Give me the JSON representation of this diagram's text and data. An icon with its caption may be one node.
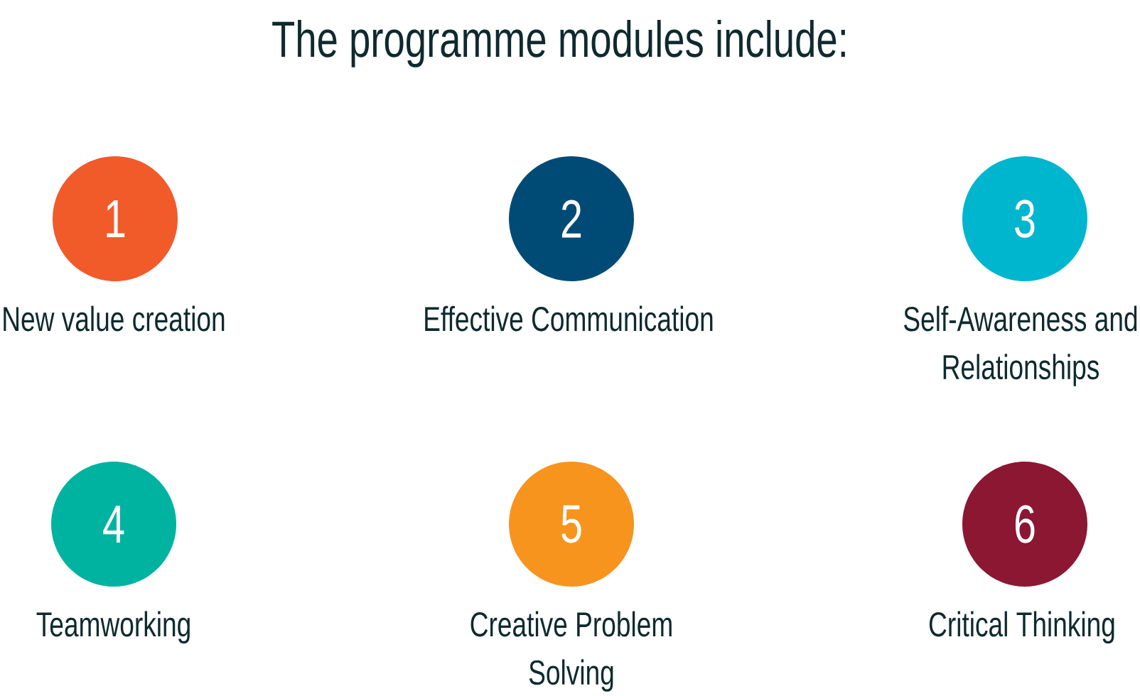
{
  "diagram": {
    "title": "The programme modules include:",
    "nodes": [
      {
        "text": [
          "1"
        ],
        "beside": [
          "New value creation"
        ]
      },
      {
        "text": [
          "2"
        ],
        "beside": [
          "Effective Communication"
        ]
      },
      {
        "text": [
          "3"
        ],
        "beside": [
          "Self-Awareness and Relationships"
        ]
      },
      {
        "text": [
          "4"
        ],
        "beside": [
          "Teamworking"
        ]
      },
      {
        "text": [
          "5"
        ],
        "beside": [
          "Creative Problem Solving"
        ]
      },
      {
        "text": [
          "6"
        ],
        "beside": [
          "Critical Thinking"
        ]
      }
    ]
  }
}
